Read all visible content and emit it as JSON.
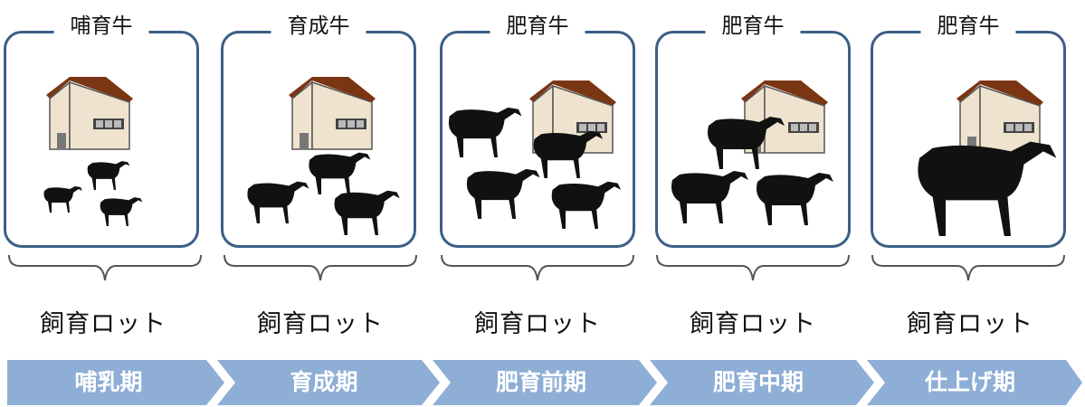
{
  "stages": [
    {
      "animal": "哺育牛",
      "lot": "飼育ロット",
      "period": "哺乳期"
    },
    {
      "animal": "育成牛",
      "lot": "飼育ロット",
      "period": "育成期"
    },
    {
      "animal": "肥育牛",
      "lot": "飼育ロット",
      "period": "肥育前期"
    },
    {
      "animal": "肥育牛",
      "lot": "飼育ロット",
      "period": "肥育中期"
    },
    {
      "animal": "肥育牛",
      "lot": "飼育ロット",
      "period": "仕上げ期"
    }
  ],
  "colors": {
    "border": "#3b5f86",
    "chevron": "#8eaed6",
    "roof": "#7a3513",
    "wall": "#efe3cf",
    "cow": "#111111"
  }
}
